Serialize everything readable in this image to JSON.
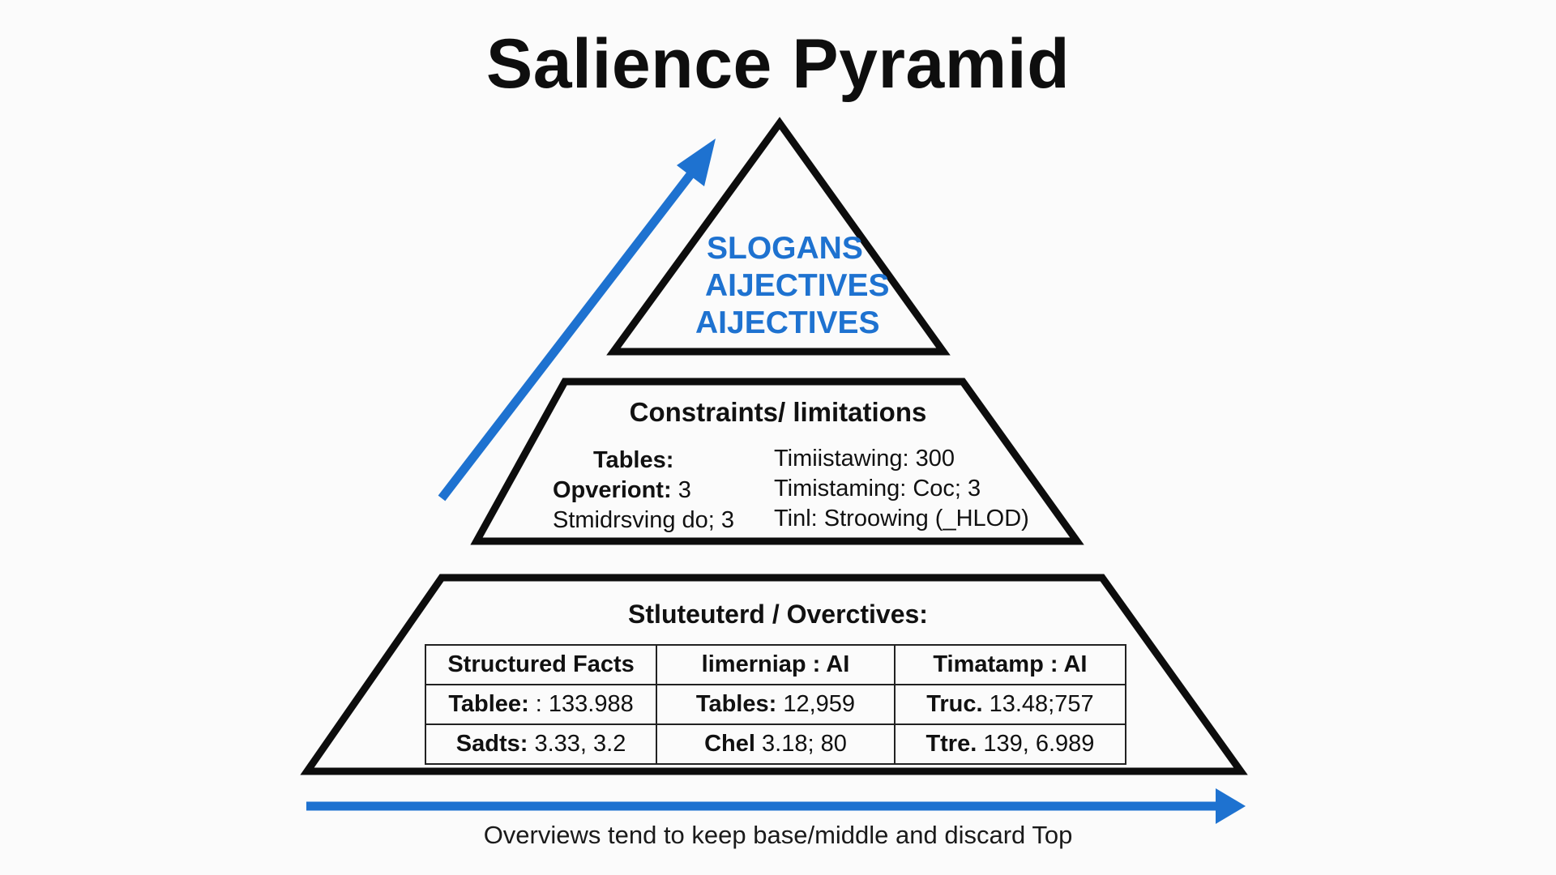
{
  "title": "Salience Pyramid",
  "top_tier": {
    "lines": [
      "SLOGANS",
      "AIJECTIVES",
      "AIJECTIVES"
    ]
  },
  "middle_tier": {
    "heading": "Constraints/ limitations",
    "left": [
      {
        "label": "Tables:",
        "value": ""
      },
      {
        "label": "Opveriont:",
        "value": "3"
      },
      {
        "label": "",
        "value": "Stmidrsving do; 3"
      }
    ],
    "right": [
      "Timiistawing: 300",
      "Timistaming: Coc; 3",
      "Tinl: Stroowing (_HLOD)"
    ]
  },
  "base_tier": {
    "heading": "Stluteuterd / Overctives:",
    "table": {
      "header": [
        "Structured Facts",
        "limerniap : AI",
        "Timatamp : AI"
      ],
      "rows": [
        [
          {
            "label": "Tablee:",
            "value": ": 133.988"
          },
          {
            "label": "Tables:",
            "value": "12,959"
          },
          {
            "label": "Truc.",
            "value": "13.48;757"
          }
        ],
        [
          {
            "label": "Sadts:",
            "value": "3.33, 3.2"
          },
          {
            "label": "Chel",
            "value": "3.18; 80"
          },
          {
            "label": "Ttre.",
            "value": "139, 6.989"
          }
        ]
      ]
    }
  },
  "caption": "Overviews tend to keep base/middle and discard Top",
  "colors": {
    "accent_blue": "#1e72d0",
    "outline": "#0d0d0d",
    "background": "#fbfbfb"
  }
}
